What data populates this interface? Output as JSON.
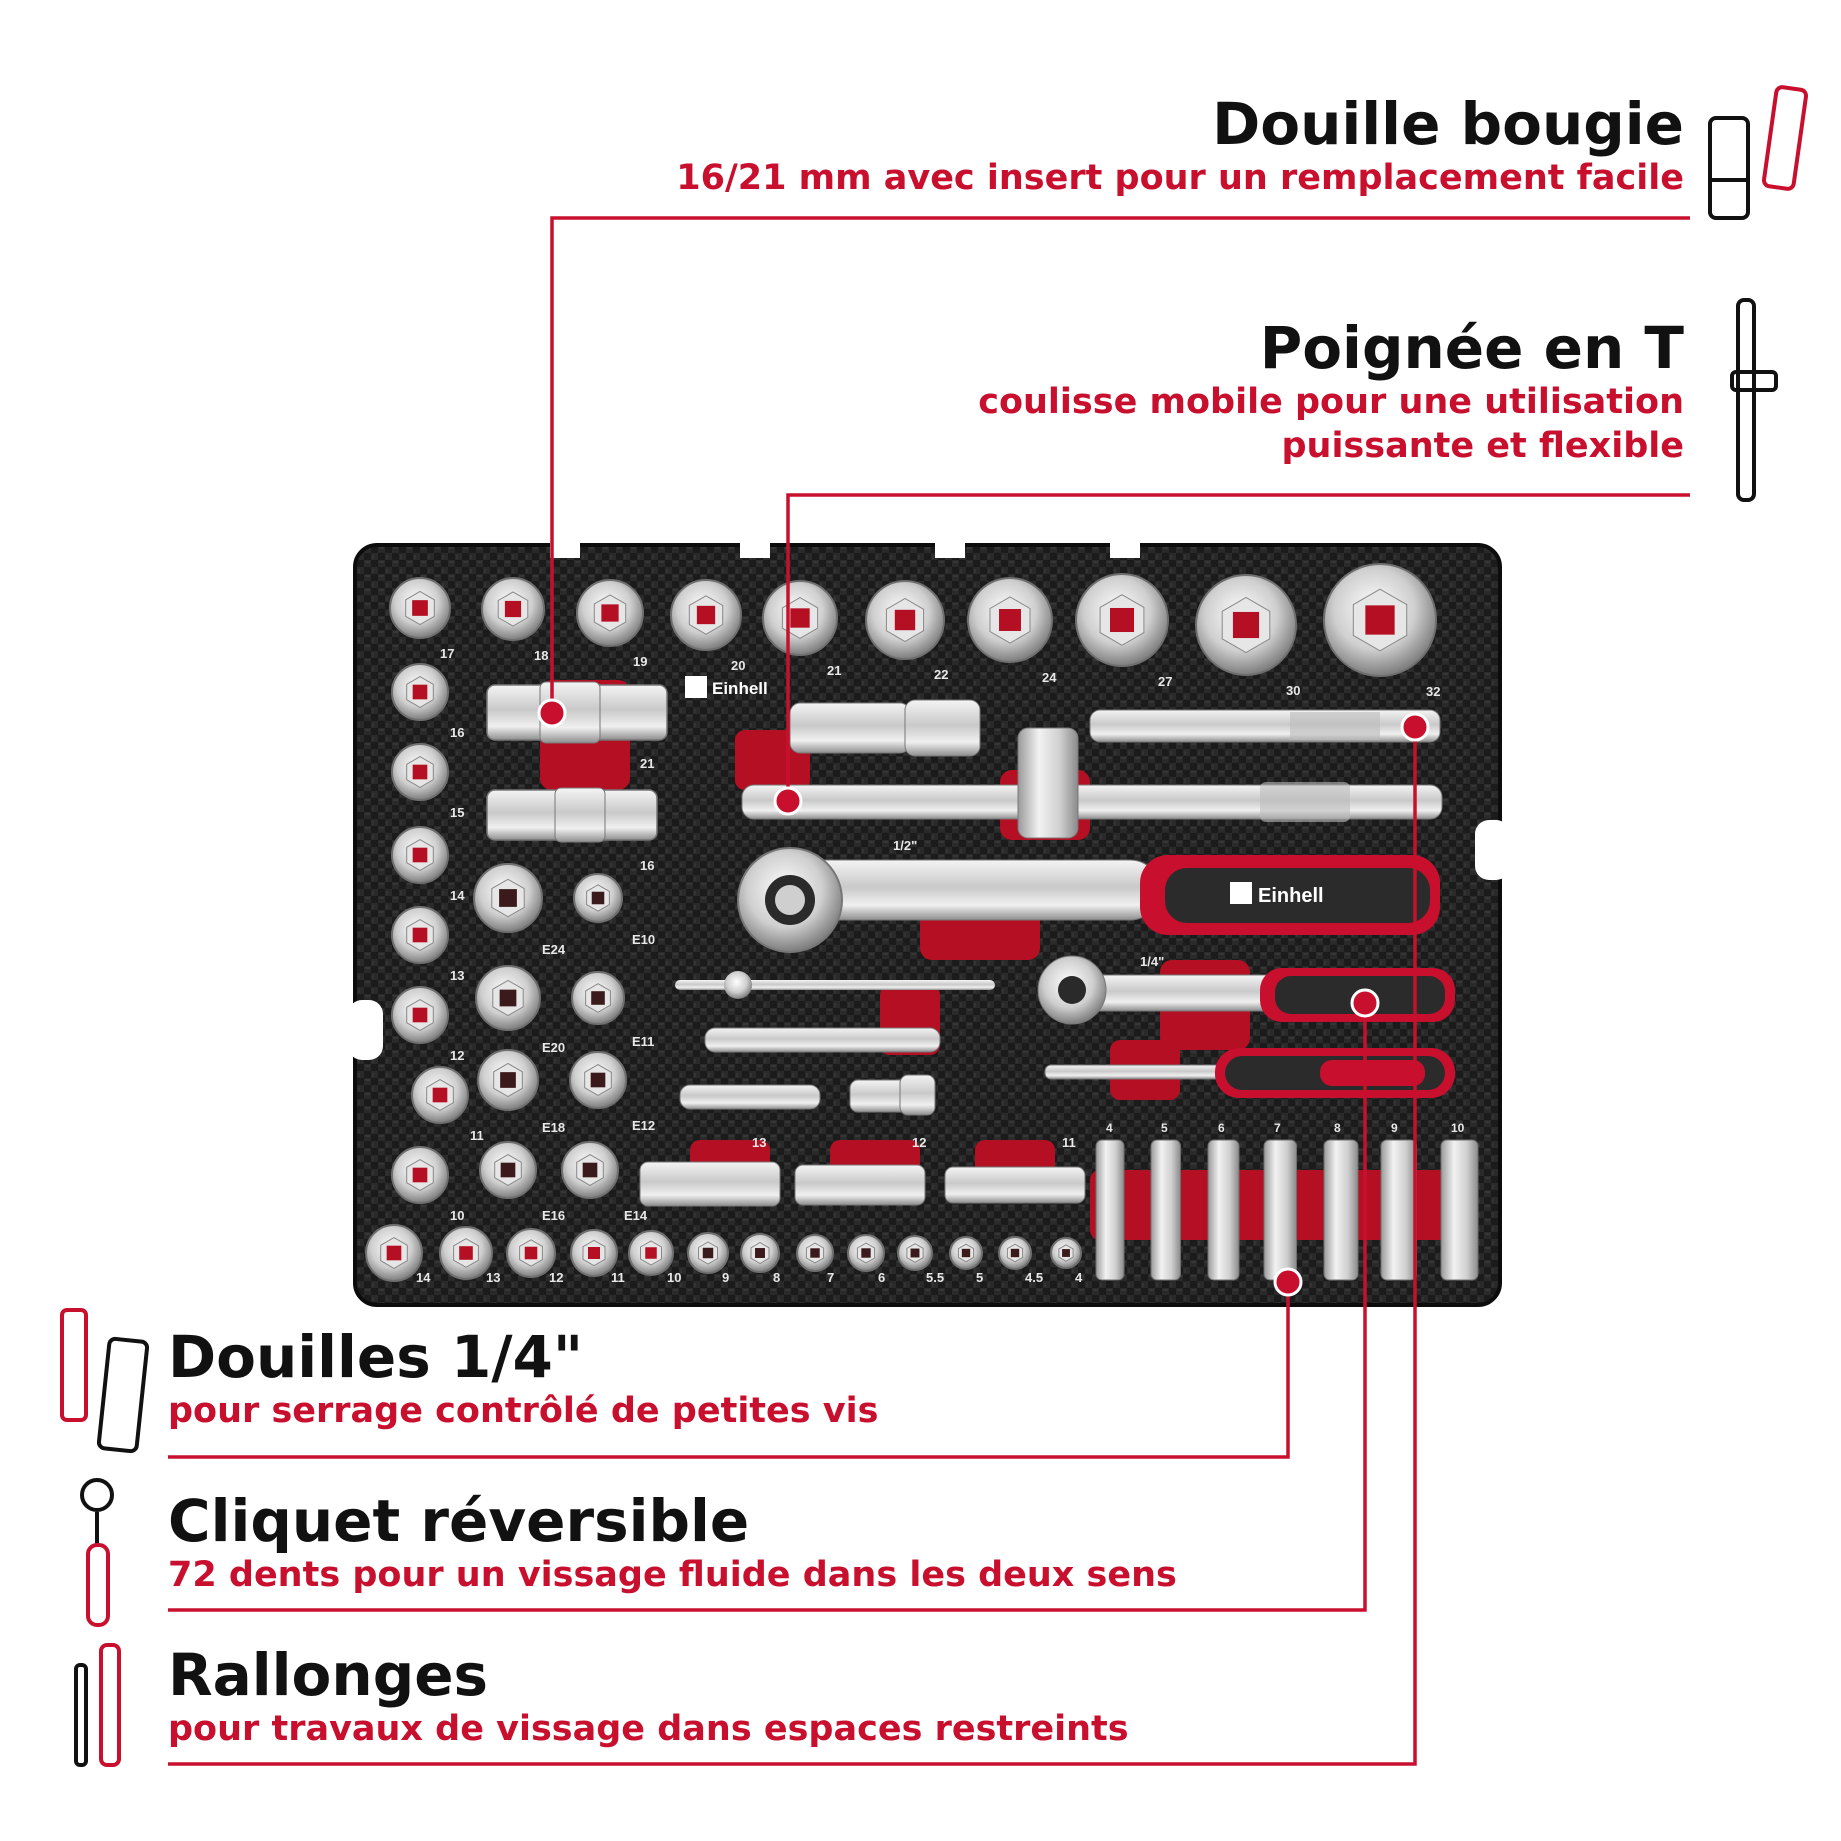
{
  "callouts": {
    "spark_plug": {
      "title": "Douille bougie",
      "subtitle": "16/21 mm avec insert pour un remplacement facile",
      "icon": "spark-plug-socket-icon"
    },
    "t_handle": {
      "title": "Poignée en T",
      "subtitle_line1": "coulisse mobile pour une utilisation",
      "subtitle_line2": "puissante et flexible",
      "icon": "t-handle-icon"
    },
    "quarter_sockets": {
      "title": "Douilles 1/4\"",
      "subtitle": "pour serrage contrôlé de petites vis",
      "icon": "socket-pair-icon"
    },
    "ratchet": {
      "title": "Cliquet réversible",
      "subtitle": "72 dents pour un vissage fluide dans les deux sens",
      "icon": "ratchet-icon"
    },
    "extensions": {
      "title": "Rallonges",
      "subtitle": "pour travaux de vissage dans espaces restreints",
      "icon": "extension-bars-icon"
    }
  },
  "tray": {
    "brand": "Einhell",
    "drive_labels": {
      "half_inch": "1/2\"",
      "quarter_inch": "1/4\""
    },
    "top_row_sizes": [
      "17",
      "18",
      "19",
      "20",
      "21",
      "22",
      "24",
      "27",
      "30",
      "32"
    ],
    "left_column_sizes": [
      "16",
      "15",
      "14",
      "13",
      "12",
      "11",
      "10"
    ],
    "spark_plug_sizes": [
      "21",
      "16"
    ],
    "torx_sizes": [
      "E24",
      "E10",
      "E20",
      "E11",
      "E18",
      "E12",
      "E16",
      "E14"
    ],
    "deep_half_sizes": [
      "13",
      "12",
      "11"
    ],
    "bottom_row_sizes": [
      "14",
      "13",
      "12",
      "11",
      "10",
      "9",
      "8",
      "7",
      "6",
      "5.5",
      "5",
      "4.5",
      "4"
    ],
    "deep_quarter_sizes": [
      "4",
      "5",
      "6",
      "7",
      "8",
      "9",
      "10"
    ]
  },
  "colors": {
    "accent": "#c8102e",
    "text": "#111111",
    "tray": "#1c1c1c",
    "chrome": "#d9d9d9"
  }
}
